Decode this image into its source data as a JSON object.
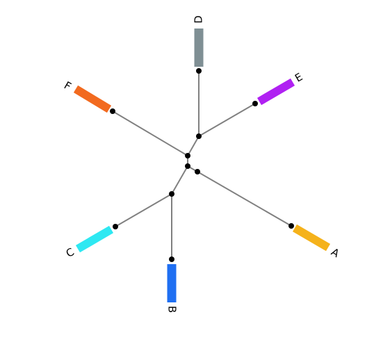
{
  "tree": {
    "leaves": [
      {
        "id": "A",
        "label": "A",
        "color": "#f5b21b"
      },
      {
        "id": "B",
        "label": "B",
        "color": "#1f6ff2"
      },
      {
        "id": "C",
        "label": "C",
        "color": "#2ee8f2"
      },
      {
        "id": "D",
        "label": "D",
        "color": "#7f8f94"
      },
      {
        "id": "E",
        "label": "E",
        "color": "#b021f2"
      },
      {
        "id": "F",
        "label": "F",
        "color": "#f26a1f"
      }
    ],
    "branch_color": "#808080",
    "node_color": "#000000"
  }
}
